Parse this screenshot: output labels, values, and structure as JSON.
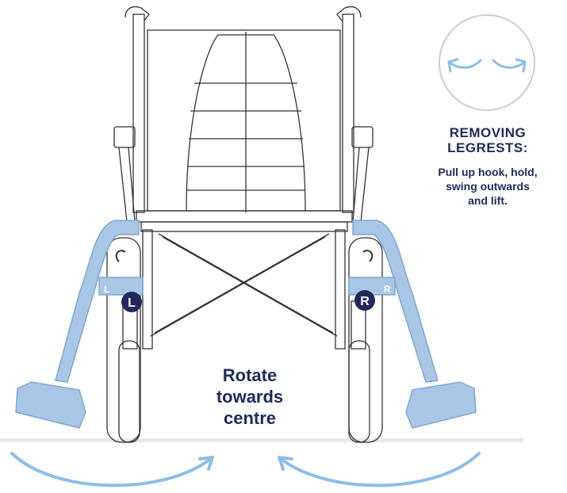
{
  "callout": {
    "title_line1": "REMOVING",
    "title_line2": "LEGRESTS:",
    "body_line1": "Pull up hook, hold,",
    "body_line2": "swing outwards",
    "body_line3": "and lift."
  },
  "rotate": {
    "line1": "Rotate",
    "line2": "towards",
    "line3": "centre"
  },
  "markers": {
    "left_badge": "L",
    "right_badge": "R",
    "left_side_label": "L",
    "right_side_label": "R"
  },
  "colors": {
    "text": "#1f2a5a",
    "badge": "#1f2a5a",
    "highlight": "#a9c6e6",
    "highlight_stroke": "#7ea7d4",
    "arrow": "#8dbde8",
    "circle": "#c9cdd2",
    "line": "#333333",
    "floor": "#e6e9ec"
  }
}
